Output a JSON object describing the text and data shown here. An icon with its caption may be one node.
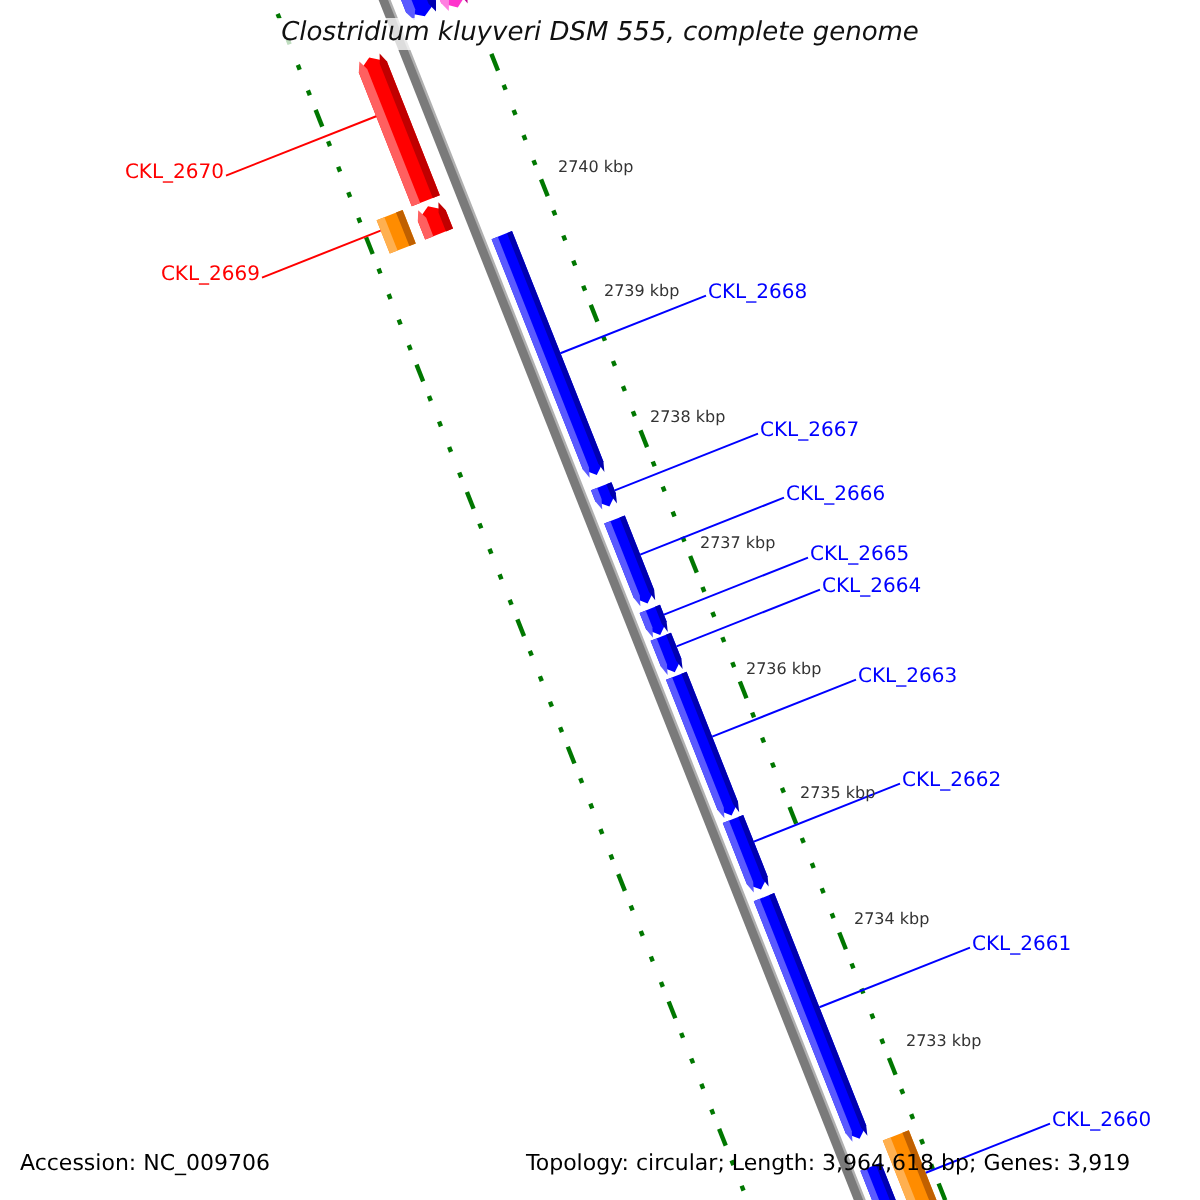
{
  "diagram": {
    "title": "Clostridium kluyveri DSM 555, complete genome",
    "nodes": [
      {
        "text": [
          "CKL_2670"
        ]
      },
      {
        "text": [],
        "shape": "bar"
      },
      {
        "text": [
          "CKL_2669"
        ]
      },
      {
        "text": [],
        "shape": "bar"
      },
      {
        "text": [
          "CKL_2668"
        ]
      },
      {
        "text": [],
        "shape": "bar"
      },
      {
        "text": [
          "CKL_2667"
        ]
      },
      {
        "text": [],
        "shape": "bar"
      },
      {
        "text": [
          "CKL_2666"
        ]
      },
      {
        "text": [],
        "shape": "bar"
      },
      {
        "text": [
          "CKL_2665"
        ]
      },
      {
        "text": [],
        "shape": "bar"
      },
      {
        "text": [
          "CKL_2664"
        ]
      },
      {
        "text": [],
        "shape": "bar"
      },
      {
        "text": [
          "CKL_2663"
        ]
      },
      {
        "text": [],
        "shape": "bar"
      },
      {
        "text": [
          "CKL_2662"
        ]
      },
      {
        "text": [],
        "shape": "bar"
      },
      {
        "text": [
          "CKL_2661"
        ]
      },
      {
        "text": [],
        "shape": "bar"
      },
      {
        "text": [
          "CKL_2660"
        ]
      },
      {
        "text": [],
        "shape": "bar"
      }
    ],
    "edges": [
      {
        "from": 0,
        "to": 1,
        "arrow": "none",
        "color": "#ff0000"
      },
      {
        "from": 2,
        "to": 3,
        "arrow": "none",
        "color": "#ff0000"
      },
      {
        "from": 4,
        "to": 5,
        "arrow": "none"
      },
      {
        "from": 6,
        "to": 7,
        "arrow": "none"
      },
      {
        "from": 8,
        "to": 9,
        "arrow": "none"
      },
      {
        "from": 10,
        "to": 11,
        "arrow": "none"
      },
      {
        "from": 12,
        "to": 13,
        "arrow": "none"
      },
      {
        "from": 14,
        "to": 15,
        "arrow": "none"
      },
      {
        "from": 16,
        "to": 17,
        "arrow": "none"
      },
      {
        "from": 18,
        "to": 19,
        "arrow": "none"
      },
      {
        "from": 20,
        "to": 21,
        "arrow": "none"
      }
    ],
    "labels": [
      "2740 kbp",
      "2739 kbp",
      "2738 kbp",
      "2737 kbp",
      "2736 kbp",
      "2735 kbp",
      "2734 kbp",
      "2733 kbp",
      "Accession: NC_009706",
      "Topology: circular; Length: 3,964,618 bp; Genes: 3,919"
    ]
  }
}
